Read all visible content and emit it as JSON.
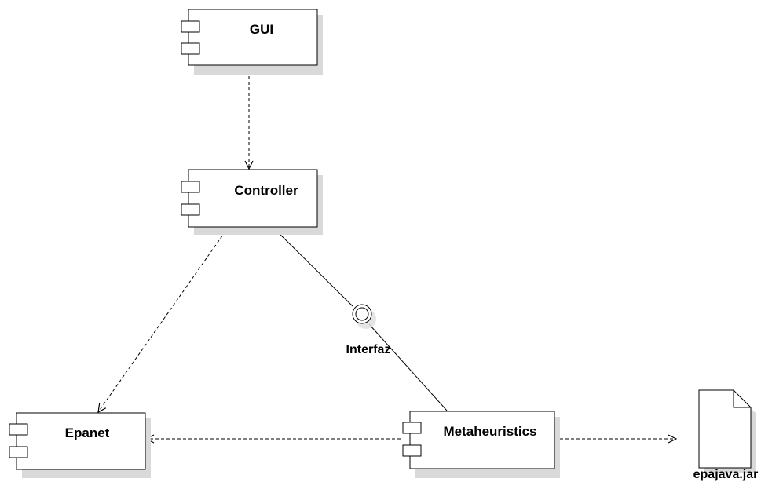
{
  "diagram": {
    "components": {
      "gui": "GUI",
      "controller": "Controller",
      "epanet": "Epanet",
      "metaheuristics": "Metaheuristics"
    },
    "interface_label": "Interfaz",
    "artifact_label": "epajava.jar"
  },
  "colors": {
    "stroke": "#000000",
    "shadow": "#d9d9d9",
    "fill": "#ffffff"
  }
}
